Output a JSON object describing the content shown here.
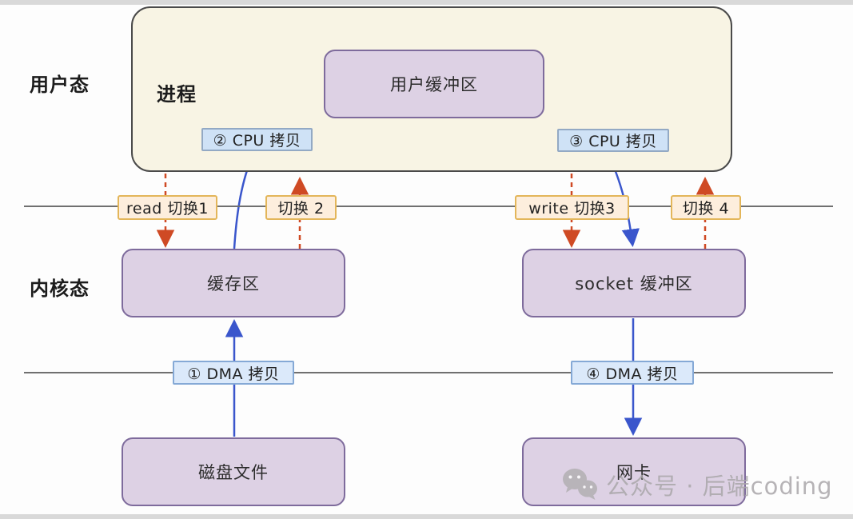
{
  "regions": {
    "user_mode": "用户态",
    "kernel_mode": "内核态"
  },
  "nodes": {
    "process": "进程",
    "user_buffer": "用户缓冲区",
    "kernel_buffer": "缓存区",
    "socket_buffer": "socket 缓冲区",
    "disk_file": "磁盘文件",
    "nic": "网卡"
  },
  "copy_labels": {
    "dma1": "① DMA 拷贝",
    "cpu2": "② CPU 拷贝",
    "cpu3": "③ CPU 拷贝",
    "dma4": "④ DMA 拷贝"
  },
  "switch_labels": {
    "s1": "read 切换1",
    "s2": "切换 2",
    "s3": "write 切换3",
    "s4": "切换 4"
  },
  "edges": [
    {
      "from": "disk_file",
      "to": "kernel_buffer",
      "label": "① DMA 拷贝",
      "style": "solid-blue"
    },
    {
      "from": "kernel_buffer",
      "to": "user_buffer",
      "label": "② CPU 拷贝",
      "style": "solid-blue"
    },
    {
      "from": "user_buffer",
      "to": "socket_buffer",
      "label": "③ CPU 拷贝",
      "style": "solid-blue"
    },
    {
      "from": "socket_buffer",
      "to": "nic",
      "label": "④ DMA 拷贝",
      "style": "solid-blue"
    },
    {
      "from": "process",
      "to": "kernel_buffer",
      "label": "read 切换1",
      "style": "dashed-red"
    },
    {
      "from": "kernel_buffer",
      "to": "process",
      "label": "切换 2",
      "style": "dashed-red"
    },
    {
      "from": "process",
      "to": "socket_buffer",
      "label": "write 切换3",
      "style": "dashed-red"
    },
    {
      "from": "socket_buffer",
      "to": "process",
      "label": "切换 4",
      "style": "dashed-red"
    }
  ],
  "watermark": {
    "icon": "wechat-icon",
    "text": "公众号 · 后端coding"
  },
  "colors": {
    "process_box_bg": "#f8f4e4",
    "process_box_border": "#4a4a4a",
    "node_bg": "#ddd1e4",
    "node_border": "#7e6b9c",
    "cpu_label_bg": "#cfe2f6",
    "dma_label_bg": "#dbe9fa",
    "switch_label_bg": "#fdeedd",
    "switch_label_border": "#e3b65a",
    "arrow_blue": "#3a56cc",
    "arrow_red": "#cf4a24",
    "boundary_line": "#707070",
    "watermark_gray": "#aaa7aa"
  }
}
